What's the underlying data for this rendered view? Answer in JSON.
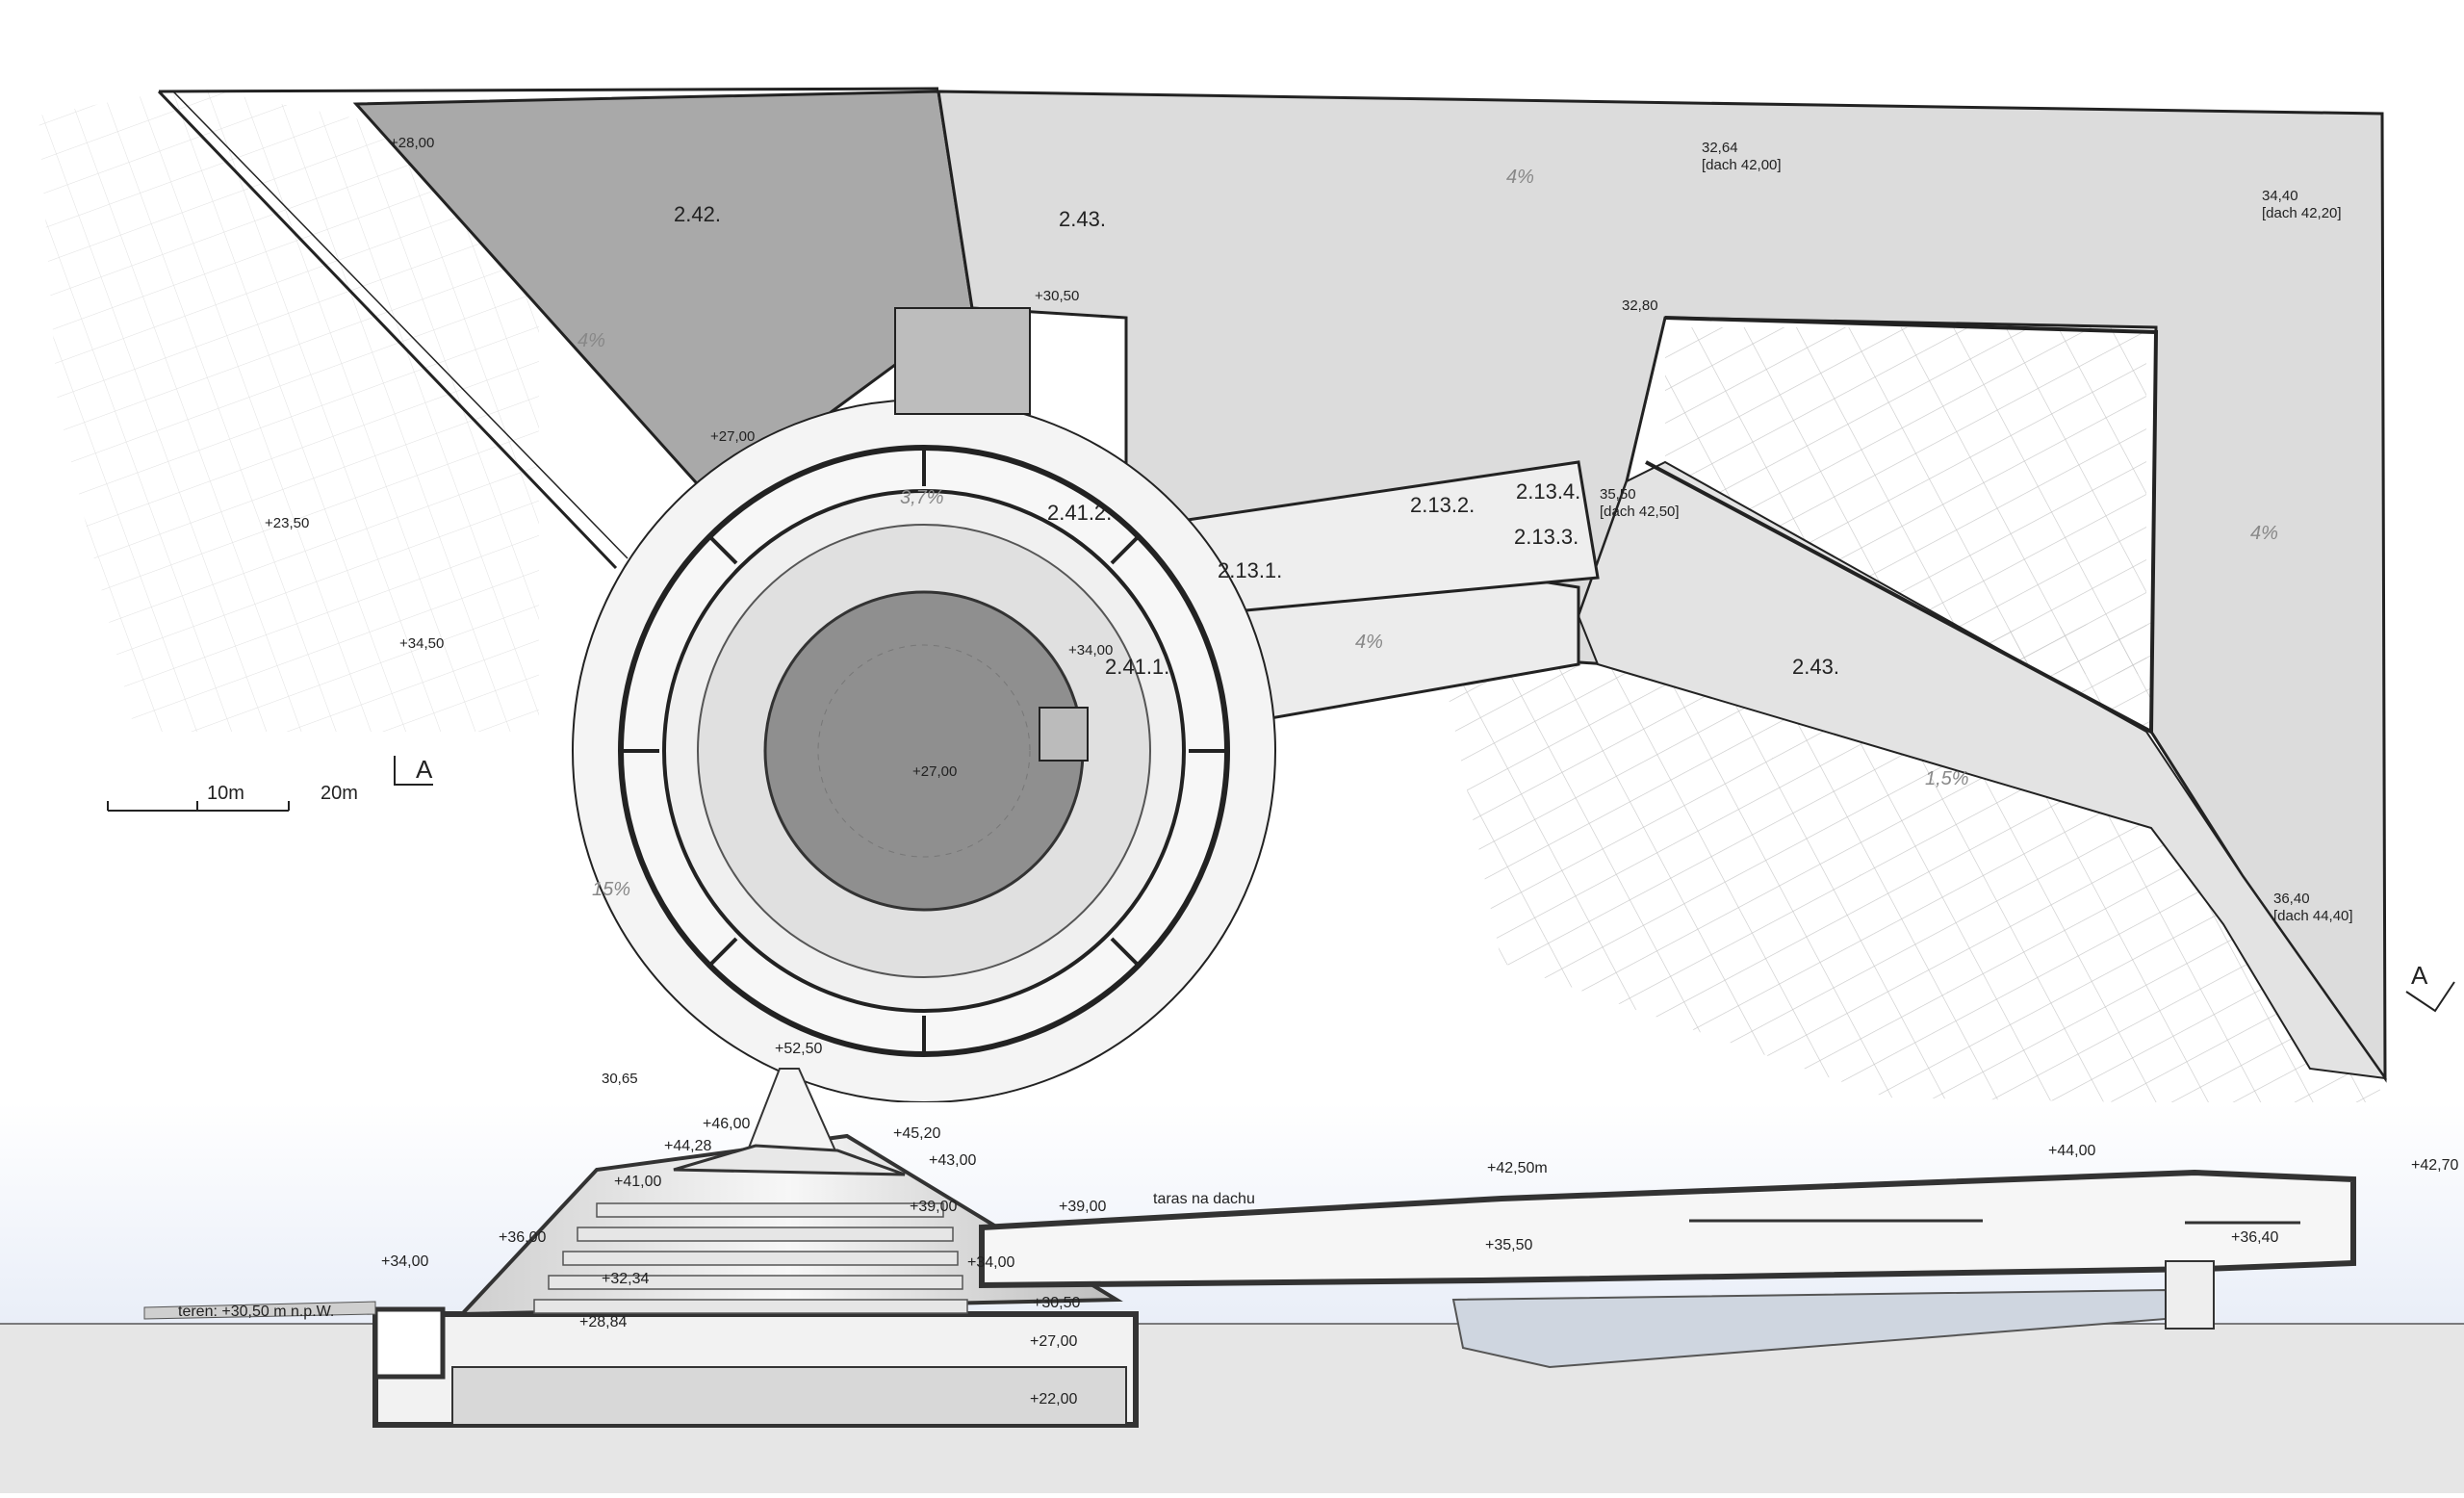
{
  "plan": {
    "rooms": {
      "r242": "2.42.",
      "r243_top": "2.43.",
      "r243_right": "2.43.",
      "r2412": "2.41.2.",
      "r2411": "2.41.1.",
      "r2131": "2.13.1.",
      "r2132": "2.13.2.",
      "r2133": "2.13.3.",
      "r2134": "2.13.4."
    },
    "elevations": {
      "e2800": "+28,00",
      "e3050": "+30,50",
      "e2700a": "+27,00",
      "e2350": "+23,50",
      "e3450": "+34,50",
      "e3400": "+34,00",
      "e2700b": "+27,00",
      "e3264": "32,64",
      "e3264_roof": "[dach 42,00]",
      "e3280": "32,80",
      "e3440": "34,40",
      "e3440_roof": "[dach 42,20]",
      "e3550": "35,50",
      "e3550_roof": "[dach 42,50]",
      "e3640": "36,40",
      "e3640_roof": "[dach 44,40]",
      "e3065": "30,65"
    },
    "slopes": {
      "s_top": "4%",
      "s_left": "4%",
      "s_ring": "3,7%",
      "s_bridge": "4%",
      "s_right": "4%",
      "s_bottom": "1,5%",
      "s_road": "15%"
    },
    "scale": {
      "s10": "10m",
      "s20": "20m"
    },
    "section_markers": {
      "left": "A",
      "right": "A"
    }
  },
  "section": {
    "elevations": {
      "e5250": "+52,50",
      "e4600": "+46,00",
      "e4428": "+44,28",
      "e4520": "+45,20",
      "e4300": "+43,00",
      "e4100": "+41,00",
      "e3900a": "+39,00",
      "e3900b": "+39,00",
      "e3600": "+36,00",
      "e3400a": "+34,00",
      "e3400b": "+34,00",
      "e3234": "+32,34",
      "e3050": "+30,50",
      "e2884": "+28,84",
      "e2700": "+27,00",
      "e2200": "+22,00",
      "e4250": "+42,50m",
      "e3550": "+35,50",
      "e4400": "+44,00",
      "e4270": "+42,70",
      "e3640": "+36,40"
    },
    "terrain": "teren: +30,50 m n.p.W.",
    "roof_terrace": "taras na dachu"
  },
  "colors": {
    "line": "#222222",
    "fill_dark": "#9a9a9a",
    "fill_mid": "#c9c9c9",
    "fill_light": "#e4e4e4",
    "section_sky": "#eef3fb",
    "ground": "#e6e6e6"
  }
}
